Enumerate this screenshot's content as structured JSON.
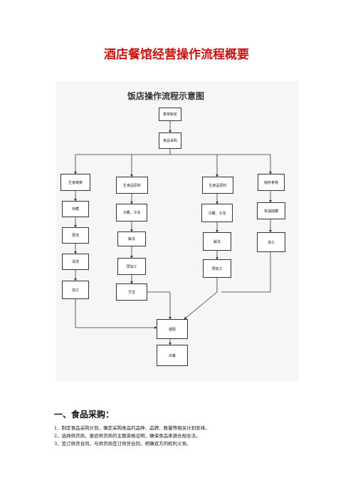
{
  "document": {
    "title": "酒店餐馆经营操作流程概要"
  },
  "diagram": {
    "title": "饭店操作流程示意图",
    "nodes": {
      "menu": "菜单制定",
      "purchase": "食品采购",
      "veg": "生食蔬菜",
      "meat": "生食品原料",
      "seafood": "生食品原料",
      "dry": "储存食物",
      "veg_store": "存藏",
      "veg_pre": "预洗",
      "veg_wash": "清洗",
      "veg_cut": "加工",
      "meat_freeze": "冷藏、冷冻",
      "meat_thaw": "解冻",
      "meat_pre": "预加工",
      "meat_cook": "烹饪",
      "sea_freeze": "冷藏、冷冻",
      "sea_thaw": "解冻",
      "sea_pre": "预加工",
      "dry_store": "常温储藏",
      "dry_proc": "加工",
      "assemble": "装配",
      "serve": "出餐"
    }
  },
  "section1": {
    "heading": "一、食品采购：",
    "items": [
      "1、制定食品采购计划，确定采购食品的品种、品牌、数量等相关计划安排。",
      "2、选择供货商，查验供货商的主题资格证明，确保食品来源合规合法。",
      "3、签订供货合同，与供货商签订供货合同，明确双方的权利义务。"
    ]
  }
}
